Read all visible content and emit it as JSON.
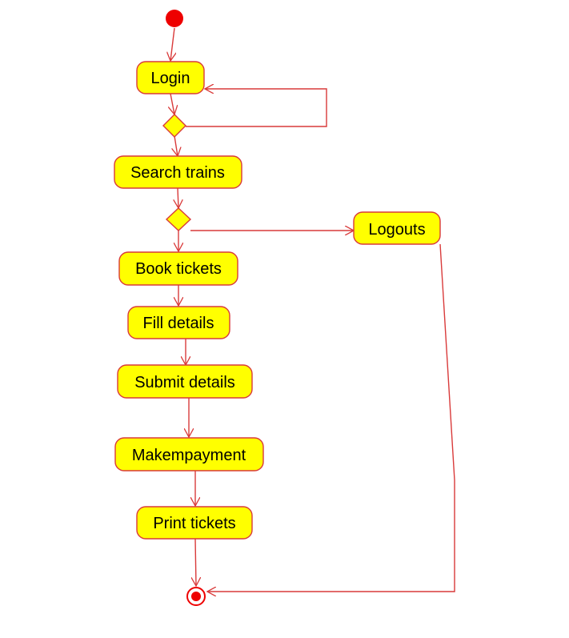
{
  "nodes": {
    "login": "Login",
    "search_trains": "Search trains",
    "book_tickets": "Book tickets",
    "fill_details": "Fill details",
    "submit_details": "Submit details",
    "make_payment": "Makempayment",
    "print_tickets": "Print tickets",
    "logouts": "Logouts"
  },
  "colors": {
    "node_fill": "#ffff00",
    "stroke": "#d93a3a",
    "start": "#ee0000",
    "background": "#ffffff"
  }
}
